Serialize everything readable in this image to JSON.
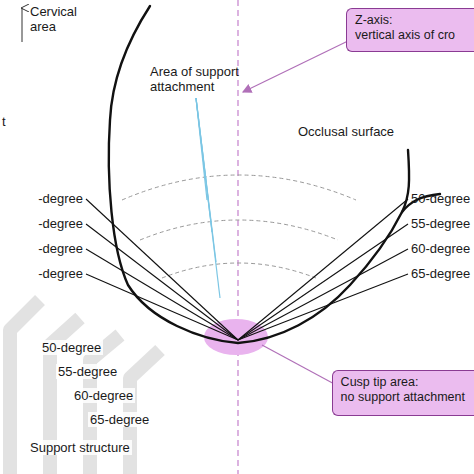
{
  "diagram": {
    "nodes": [
      {
        "text": [
          "Z-axis:",
          "vertical axis of cro"
        ]
      },
      {
        "text": [
          "Cusp tip area:",
          "no support attachment"
        ]
      }
    ],
    "labels": [
      "Cervical area",
      "Area of support attachment",
      "t",
      "Occlusal surface",
      "-degree",
      "-degree",
      "-degree",
      "-degree",
      "50-degree",
      "55-degree",
      "60-degree",
      "65-degree",
      "50-degree",
      "55-degree",
      "60-degree",
      "65-degree",
      "Support structure"
    ]
  }
}
